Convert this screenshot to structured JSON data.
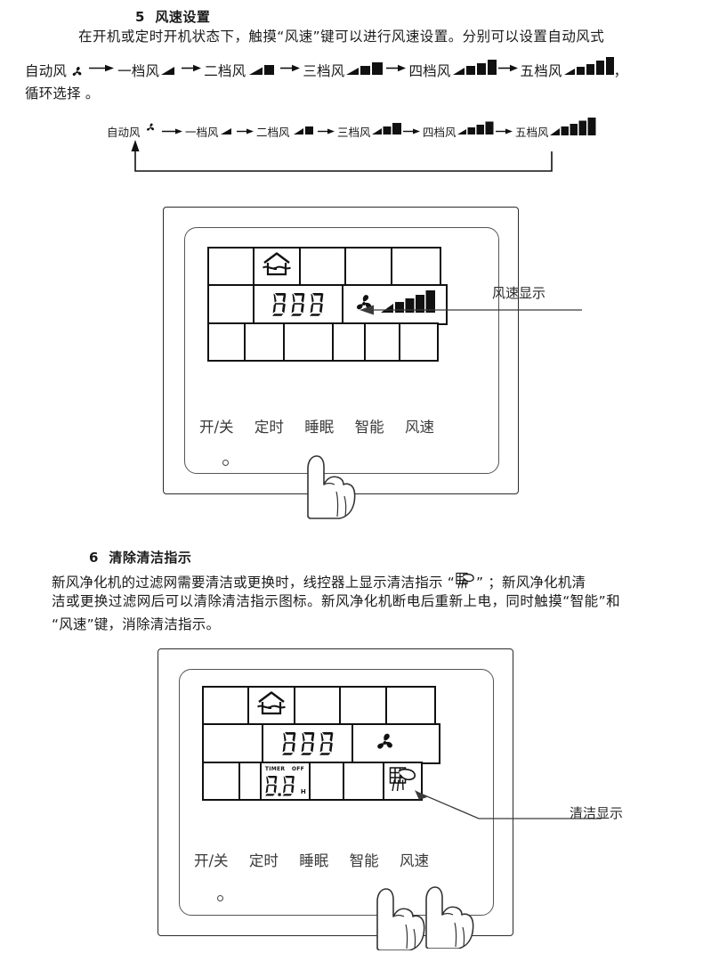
{
  "doc": {
    "section5": {
      "number": "5",
      "title": "风速设置",
      "line1": "在开机或定时开机状态下，触摸“风速”键可以进行风速设置。分别可以设置自动风式",
      "line2_pre": "自动风",
      "line2_items": [
        "一档风",
        "二档风",
        "三档风",
        "四档风",
        "五档风"
      ],
      "line2_tail": "，",
      "line3": "循环选择 。"
    },
    "section6": {
      "number": "6",
      "title": "清除清洁指示",
      "line1a": "新风净化机的过滤网需要清洁或更换时，线控器上显示清洁指示 “",
      "line1b": "” ；新风净化机清",
      "line2": "洁或更换过滤网后可以清除清洁指示图标。新风净化机断电后重新上电，同时触摸“智能”和",
      "line3": "“风速”键，消除清洁指示。"
    }
  },
  "flow": {
    "start_label": "自动风",
    "start_icon": "fan-icon",
    "steps": [
      {
        "label": "一档风",
        "bars": 1
      },
      {
        "label": "二档风",
        "bars": 2
      },
      {
        "label": "三档风",
        "bars": 3
      },
      {
        "label": "四档风",
        "bars": 4
      },
      {
        "label": "五档风",
        "bars": 5
      }
    ],
    "loop_note": "cycle-back-arrow"
  },
  "panel1": {
    "callout": "风速显示",
    "buttons": [
      "开/关",
      "定时",
      "睡眠",
      "智能",
      "风速"
    ],
    "lcd": {
      "row1_icon": "house-fresh-air-icon",
      "digits": "888",
      "fan_icon": "fan-icon",
      "bars": 5
    },
    "hand": "pointing-hand-icon",
    "hand_target": "风速"
  },
  "panel2": {
    "callout": "清洁显示",
    "buttons": [
      "开/关",
      "定时",
      "睡眠",
      "智能",
      "风速"
    ],
    "lcd": {
      "row1_icon": "house-fresh-air-icon",
      "digits": "888",
      "fan_icon": "fan-icon",
      "timer_label": "TIMER",
      "off_label": "OFF",
      "timer_value": "8.8",
      "hour_unit": "H",
      "clean_icon": "clean-filter-icon"
    },
    "hands": [
      "pointing-hand-icon",
      "pointing-hand-icon"
    ],
    "hand_targets": [
      "智能",
      "风速"
    ]
  },
  "colors": {
    "ink": "#1a1a1a",
    "lcd_border": "#111111",
    "panel_border": "#2b2b2b",
    "panel_inner_border": "#555555",
    "callout": "#3a3a3a",
    "button_text": "#3a3a3a"
  }
}
